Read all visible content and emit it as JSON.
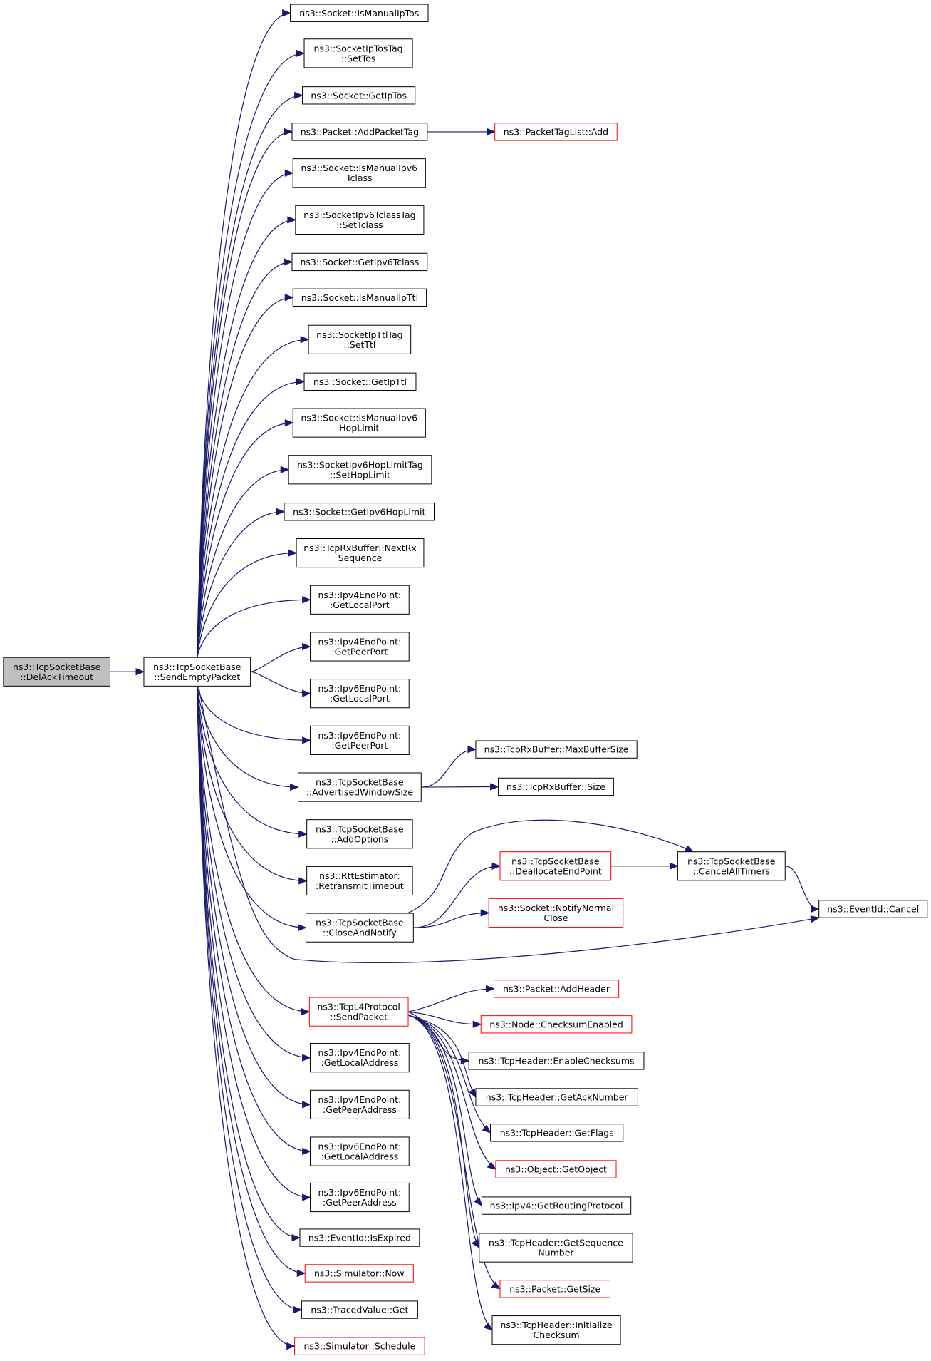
{
  "colors": {
    "edge": "#191970",
    "border_normal": "#000000",
    "border_truncated": "#ff0000",
    "fill_root": "#bfbfbf",
    "fill_normal": "#ffffff"
  },
  "nodes": {
    "root": {
      "lines": [
        "ns3::TcpSocketBase",
        "::DelAckTimeout"
      ],
      "style": "root"
    },
    "sep": {
      "lines": [
        "ns3::TcpSocketBase",
        "::SendEmptyPacket"
      ],
      "style": "normal"
    },
    "is_manual_ip_tos": {
      "lines": [
        "ns3::Socket::IsManualIpTos"
      ],
      "style": "normal"
    },
    "set_tos": {
      "lines": [
        "ns3::SocketIpTosTag",
        "::SetTos"
      ],
      "style": "normal"
    },
    "get_ip_tos": {
      "lines": [
        "ns3::Socket::GetIpTos"
      ],
      "style": "normal"
    },
    "add_packet_tag": {
      "lines": [
        "ns3::Packet::AddPacketTag"
      ],
      "style": "normal"
    },
    "ptl_add": {
      "lines": [
        "ns3::PacketTagList::Add"
      ],
      "style": "truncated"
    },
    "is_manual_ipv6_tclass": {
      "lines": [
        "ns3::Socket::IsManualIpv6",
        "Tclass"
      ],
      "style": "normal"
    },
    "set_tclass": {
      "lines": [
        "ns3::SocketIpv6TclassTag",
        "::SetTclass"
      ],
      "style": "normal"
    },
    "get_ipv6_tclass": {
      "lines": [
        "ns3::Socket::GetIpv6Tclass"
      ],
      "style": "normal"
    },
    "is_manual_ip_ttl": {
      "lines": [
        "ns3::Socket::IsManualIpTtl"
      ],
      "style": "normal"
    },
    "set_ttl": {
      "lines": [
        "ns3::SocketIpTtlTag",
        "::SetTtl"
      ],
      "style": "normal"
    },
    "get_ip_ttl": {
      "lines": [
        "ns3::Socket::GetIpTtl"
      ],
      "style": "normal"
    },
    "is_manual_ipv6_hoplimit": {
      "lines": [
        "ns3::Socket::IsManualIpv6",
        "HopLimit"
      ],
      "style": "normal"
    },
    "set_hoplimit": {
      "lines": [
        "ns3::SocketIpv6HopLimitTag",
        "::SetHopLimit"
      ],
      "style": "normal"
    },
    "get_ipv6_hoplimit": {
      "lines": [
        "ns3::Socket::GetIpv6HopLimit"
      ],
      "style": "normal"
    },
    "next_rx_seq": {
      "lines": [
        "ns3::TcpRxBuffer::NextRx",
        "Sequence"
      ],
      "style": "normal"
    },
    "ipv4_local_port": {
      "lines": [
        "ns3::Ipv4EndPoint:",
        ":GetLocalPort"
      ],
      "style": "normal"
    },
    "ipv4_peer_port": {
      "lines": [
        "ns3::Ipv4EndPoint:",
        ":GetPeerPort"
      ],
      "style": "normal"
    },
    "ipv6_local_port": {
      "lines": [
        "ns3::Ipv6EndPoint:",
        ":GetLocalPort"
      ],
      "style": "normal"
    },
    "ipv6_peer_port": {
      "lines": [
        "ns3::Ipv6EndPoint:",
        ":GetPeerPort"
      ],
      "style": "normal"
    },
    "adv_window": {
      "lines": [
        "ns3::TcpSocketBase",
        "::AdvertisedWindowSize"
      ],
      "style": "normal"
    },
    "max_buffer_size": {
      "lines": [
        "ns3::TcpRxBuffer::MaxBufferSize"
      ],
      "style": "normal"
    },
    "rx_size": {
      "lines": [
        "ns3::TcpRxBuffer::Size"
      ],
      "style": "normal"
    },
    "add_options": {
      "lines": [
        "ns3::TcpSocketBase",
        "::AddOptions"
      ],
      "style": "normal"
    },
    "retransmit_timeout": {
      "lines": [
        "ns3::RttEstimator:",
        ":RetransmitTimeout"
      ],
      "style": "normal"
    },
    "dealloc_endpoint": {
      "lines": [
        "ns3::TcpSocketBase",
        "::DeallocateEndPoint"
      ],
      "style": "truncated"
    },
    "cancel_all_timers": {
      "lines": [
        "ns3::TcpSocketBase",
        "::CancelAllTimers"
      ],
      "style": "normal"
    },
    "event_cancel": {
      "lines": [
        "ns3::EventId::Cancel"
      ],
      "style": "normal"
    },
    "close_and_notify": {
      "lines": [
        "ns3::TcpSocketBase",
        "::CloseAndNotify"
      ],
      "style": "normal"
    },
    "notify_normal_close": {
      "lines": [
        "ns3::Socket::NotifyNormal",
        "Close"
      ],
      "style": "truncated"
    },
    "l4_send_packet": {
      "lines": [
        "ns3::TcpL4Protocol",
        "::SendPacket"
      ],
      "style": "truncated"
    },
    "add_header": {
      "lines": [
        "ns3::Packet::AddHeader"
      ],
      "style": "truncated"
    },
    "checksum_enabled": {
      "lines": [
        "ns3::Node::ChecksumEnabled"
      ],
      "style": "truncated"
    },
    "enable_checksums": {
      "lines": [
        "ns3::TcpHeader::EnableChecksums"
      ],
      "style": "normal"
    },
    "get_ack_number": {
      "lines": [
        "ns3::TcpHeader::GetAckNumber"
      ],
      "style": "normal"
    },
    "get_flags": {
      "lines": [
        "ns3::TcpHeader::GetFlags"
      ],
      "style": "normal"
    },
    "get_object": {
      "lines": [
        "ns3::Object::GetObject"
      ],
      "style": "truncated"
    },
    "get_routing_protocol": {
      "lines": [
        "ns3::Ipv4::GetRoutingProtocol"
      ],
      "style": "normal"
    },
    "get_sequence_number": {
      "lines": [
        "ns3::TcpHeader::GetSequence",
        "Number"
      ],
      "style": "normal"
    },
    "packet_get_size": {
      "lines": [
        "ns3::Packet::GetSize"
      ],
      "style": "truncated"
    },
    "initialize_checksum": {
      "lines": [
        "ns3::TcpHeader::Initialize",
        "Checksum"
      ],
      "style": "normal"
    },
    "ipv4_local_address": {
      "lines": [
        "ns3::Ipv4EndPoint:",
        ":GetLocalAddress"
      ],
      "style": "normal"
    },
    "ipv4_peer_address": {
      "lines": [
        "ns3::Ipv4EndPoint:",
        ":GetPeerAddress"
      ],
      "style": "normal"
    },
    "ipv6_local_address": {
      "lines": [
        "ns3::Ipv6EndPoint:",
        ":GetLocalAddress"
      ],
      "style": "normal"
    },
    "ipv6_peer_address": {
      "lines": [
        "ns3::Ipv6EndPoint:",
        ":GetPeerAddress"
      ],
      "style": "normal"
    },
    "event_is_expired": {
      "lines": [
        "ns3::EventId::IsExpired"
      ],
      "style": "normal"
    },
    "simulator_now": {
      "lines": [
        "ns3::Simulator::Now"
      ],
      "style": "truncated"
    },
    "traced_value_get": {
      "lines": [
        "ns3::TracedValue::Get"
      ],
      "style": "normal"
    },
    "simulator_schedule": {
      "lines": [
        "ns3::Simulator::Schedule"
      ],
      "style": "truncated"
    }
  },
  "edges": [
    [
      "root",
      "sep"
    ],
    [
      "sep",
      "is_manual_ip_tos"
    ],
    [
      "sep",
      "set_tos"
    ],
    [
      "sep",
      "get_ip_tos"
    ],
    [
      "sep",
      "add_packet_tag"
    ],
    [
      "add_packet_tag",
      "ptl_add"
    ],
    [
      "sep",
      "is_manual_ipv6_tclass"
    ],
    [
      "sep",
      "set_tclass"
    ],
    [
      "sep",
      "get_ipv6_tclass"
    ],
    [
      "sep",
      "is_manual_ip_ttl"
    ],
    [
      "sep",
      "set_ttl"
    ],
    [
      "sep",
      "get_ip_ttl"
    ],
    [
      "sep",
      "is_manual_ipv6_hoplimit"
    ],
    [
      "sep",
      "set_hoplimit"
    ],
    [
      "sep",
      "get_ipv6_hoplimit"
    ],
    [
      "sep",
      "next_rx_seq"
    ],
    [
      "sep",
      "ipv4_local_port"
    ],
    [
      "sep",
      "ipv4_peer_port"
    ],
    [
      "sep",
      "ipv6_local_port"
    ],
    [
      "sep",
      "ipv6_peer_port"
    ],
    [
      "sep",
      "adv_window"
    ],
    [
      "adv_window",
      "max_buffer_size"
    ],
    [
      "adv_window",
      "rx_size"
    ],
    [
      "sep",
      "add_options"
    ],
    [
      "sep",
      "retransmit_timeout"
    ],
    [
      "sep",
      "close_and_notify"
    ],
    [
      "close_and_notify",
      "dealloc_endpoint"
    ],
    [
      "close_and_notify",
      "notify_normal_close"
    ],
    [
      "close_and_notify",
      "cancel_all_timers"
    ],
    [
      "dealloc_endpoint",
      "cancel_all_timers"
    ],
    [
      "cancel_all_timers",
      "event_cancel"
    ],
    [
      "sep",
      "event_cancel"
    ],
    [
      "sep",
      "l4_send_packet"
    ],
    [
      "l4_send_packet",
      "add_header"
    ],
    [
      "l4_send_packet",
      "checksum_enabled"
    ],
    [
      "l4_send_packet",
      "enable_checksums"
    ],
    [
      "l4_send_packet",
      "get_ack_number"
    ],
    [
      "l4_send_packet",
      "get_flags"
    ],
    [
      "l4_send_packet",
      "get_object"
    ],
    [
      "l4_send_packet",
      "get_routing_protocol"
    ],
    [
      "l4_send_packet",
      "get_sequence_number"
    ],
    [
      "l4_send_packet",
      "packet_get_size"
    ],
    [
      "l4_send_packet",
      "initialize_checksum"
    ],
    [
      "sep",
      "ipv4_local_address"
    ],
    [
      "sep",
      "ipv4_peer_address"
    ],
    [
      "sep",
      "ipv6_local_address"
    ],
    [
      "sep",
      "ipv6_peer_address"
    ],
    [
      "sep",
      "event_is_expired"
    ],
    [
      "sep",
      "simulator_now"
    ],
    [
      "sep",
      "traced_value_get"
    ],
    [
      "sep",
      "simulator_schedule"
    ]
  ]
}
